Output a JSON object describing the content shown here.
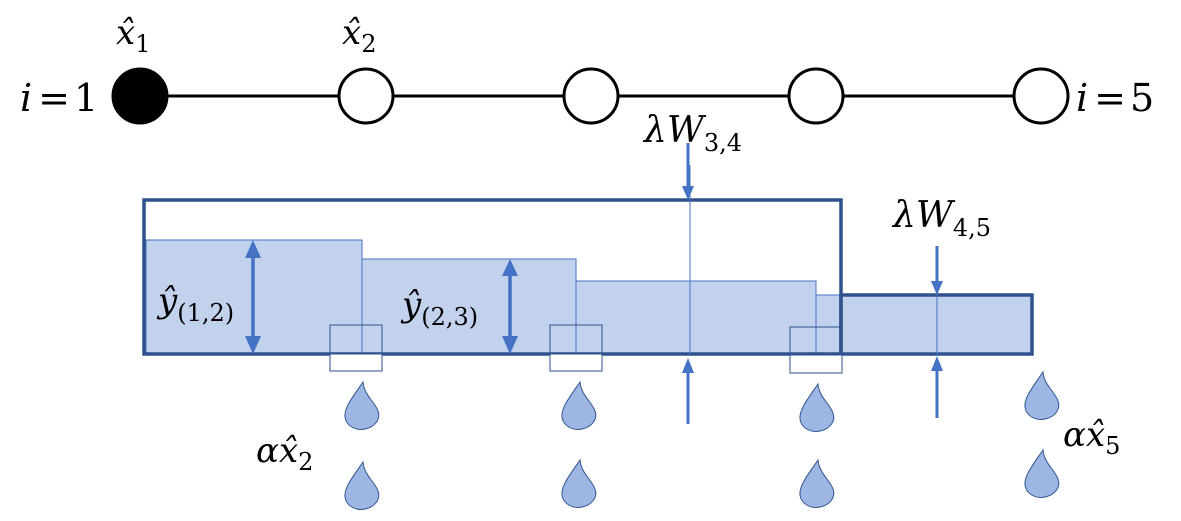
{
  "colors": {
    "water_fill": "#c2d1ec",
    "water_stroke": "#4472c4",
    "tank_stroke": "#2f528f",
    "node_stroke": "#000000",
    "drop_fill": "#9db6e3",
    "drop_stroke": "#2f528f"
  },
  "chain": {
    "nodes": [
      {
        "id": 1,
        "filled": true
      },
      {
        "id": 2,
        "filled": false
      },
      {
        "id": 3,
        "filled": false
      },
      {
        "id": 4,
        "filled": false
      },
      {
        "id": 5,
        "filled": false
      }
    ],
    "label_left": {
      "var": "i",
      "eq": "=",
      "num": "1"
    },
    "label_right": {
      "var": "i",
      "eq": "=",
      "num": "5"
    },
    "xhat1": {
      "base": "x̂",
      "sub": "1"
    },
    "xhat2": {
      "base": "x̂",
      "sub": "2"
    }
  },
  "labels": {
    "lambda_w34": {
      "lambda": "λ",
      "w": "W",
      "sub": "3,4"
    },
    "lambda_w45": {
      "lambda": "λ",
      "w": "W",
      "sub": "4,5"
    },
    "y12": {
      "base": "ŷ",
      "sub": "(1,2)"
    },
    "y23": {
      "base": "ŷ",
      "sub": "(2,3)"
    },
    "alpha_x2": {
      "alpha": "α",
      "base": "x̂",
      "sub": "2"
    },
    "alpha_x5": {
      "alpha": "α",
      "base": "x̂",
      "sub": "5"
    }
  }
}
